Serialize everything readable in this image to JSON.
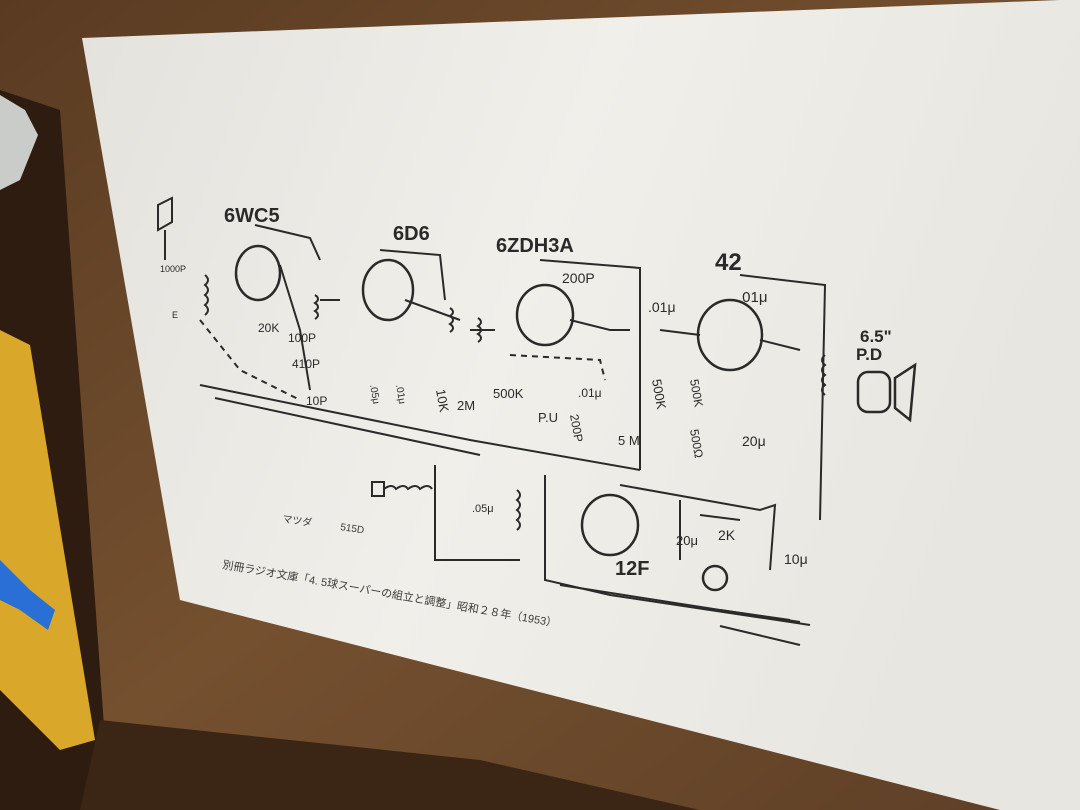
{
  "colors": {
    "wood": "#6b4a2e",
    "wood_dark": "#3b2616",
    "paper": "#eceae4",
    "ink": "#2a2a2a",
    "yellow_frame": "#d9a72a",
    "blue_handle": "#2a6fd6"
  },
  "tubes": {
    "t1": "6WC5",
    "t2": "6D6",
    "t3": "6ZDH3A",
    "t4": "42",
    "t5": "12F"
  },
  "components": {
    "c_1000p": "1000P",
    "c_e": "E",
    "c_20k": "20K",
    "c_100p": "100P",
    "c_410p": "410P",
    "c_10p": "10P",
    "c_05a": ".05μ",
    "c_01a": ".01μ",
    "c_10k": "10K",
    "c_2m": "2M",
    "c_500k_a": "500K",
    "c_pu": "P.U",
    "c_200p_a": "200P",
    "c_01b": ".01μ",
    "c_5m": "5\nM",
    "c_200p_b": "200P",
    "c_01c": ".01μ",
    "c_500k_b": "500K",
    "c_01d": ".01μ",
    "c_500k_c": "500K",
    "c_500ohm": "500Ω",
    "c_20u_a": "20μ",
    "c_65": "6.5\"",
    "c_pd": "P.D",
    "c_05b": ".05μ",
    "c_20u_b": "20μ",
    "c_2k": "2K",
    "c_10u": "10μ"
  },
  "captions": {
    "brand": "マツダ",
    "model": "515D",
    "source": "別冊ラジオ文庫「4. 5球スーパーの組立と調整」昭和２８年（1953）"
  }
}
